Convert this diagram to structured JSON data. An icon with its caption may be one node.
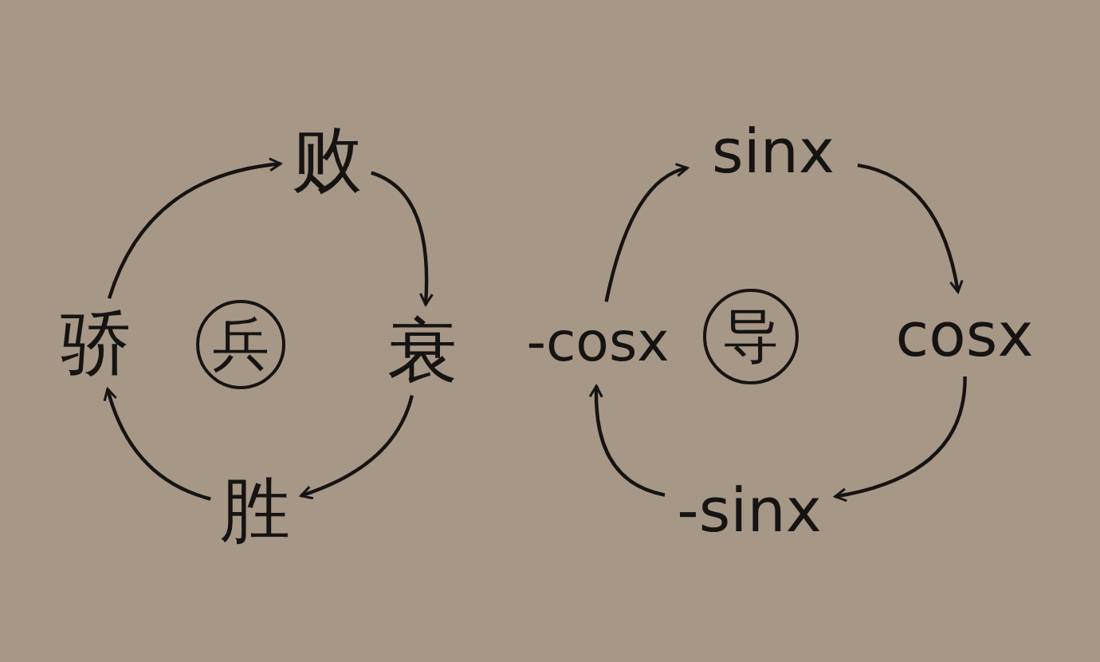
{
  "diagram": {
    "nodes": [
      {
        "text": [
          "败"
        ]
      },
      {
        "text": [
          "衰"
        ]
      },
      {
        "text": [
          "胜"
        ]
      },
      {
        "text": [
          "骄"
        ]
      },
      {
        "text": [
          "兵"
        ]
      },
      {
        "text": [
          "sinx"
        ]
      },
      {
        "text": [
          "cosx"
        ]
      },
      {
        "text": [
          "-sinx"
        ]
      },
      {
        "text": [
          "-cosx"
        ]
      },
      {
        "text": [
          "导"
        ]
      }
    ],
    "edges": [
      {
        "from": 3,
        "to": 0,
        "arrow": "to"
      },
      {
        "from": 0,
        "to": 1,
        "arrow": "to"
      },
      {
        "from": 1,
        "to": 2,
        "arrow": "to"
      },
      {
        "from": 2,
        "to": 3,
        "arrow": "to"
      },
      {
        "from": 8,
        "to": 5,
        "arrow": "to"
      },
      {
        "from": 5,
        "to": 6,
        "arrow": "to"
      },
      {
        "from": 6,
        "to": 7,
        "arrow": "to"
      },
      {
        "from": 7,
        "to": 8,
        "arrow": "to"
      }
    ]
  }
}
